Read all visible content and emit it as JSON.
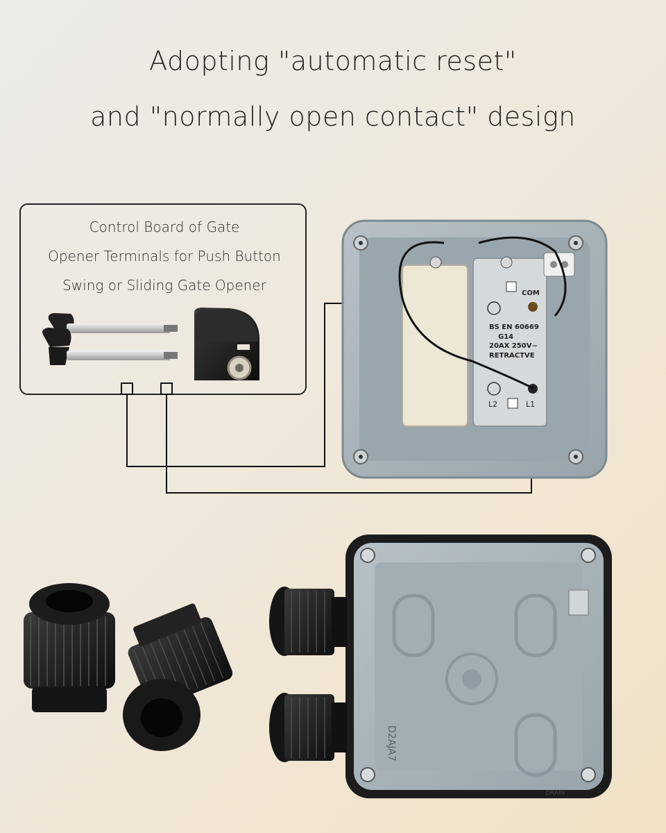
{
  "headline": {
    "line1": "Adopting \"automatic reset\"",
    "line2": "and \"normally open contact\" design"
  },
  "callout": {
    "lines": [
      "Control Board of Gate",
      "Opener Terminals for Push Button",
      "Swing or Sliding Gate Opener"
    ]
  },
  "switch_labels": {
    "com": "COM",
    "standard": "BS EN 60669",
    "code": "G14",
    "rating": "20AX 250V~",
    "type": "RETRACTVE",
    "l2": "L2",
    "l1": "L1"
  },
  "enclosure_labels": {
    "model": "D2AJA7",
    "drain": "DRAIN"
  },
  "colors": {
    "housing_gray": "#a9b4ba",
    "housing_dark": "#808c93",
    "gland_black": "#1a1a1a",
    "line_color": "#111111"
  }
}
